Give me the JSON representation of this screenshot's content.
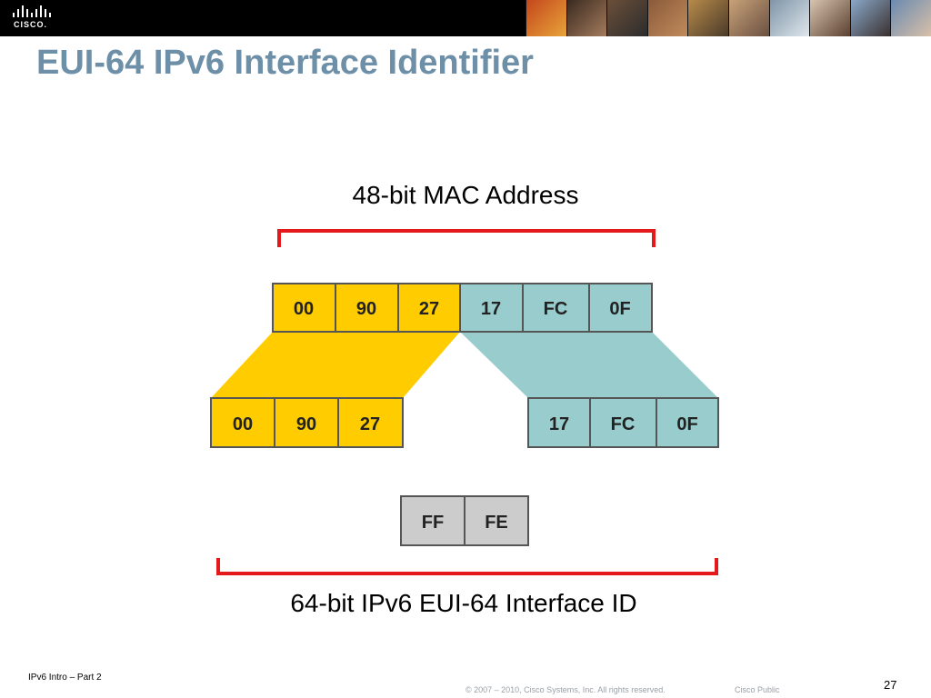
{
  "slide": {
    "title": "EUI-64 IPv6 Interface Identifier",
    "logo_text": "CISCO.",
    "footer_left": "IPv6 Intro – Part 2",
    "footer_copyright": "© 2007 – 2010, Cisco Systems, Inc. All rights reserved.",
    "footer_classification": "Cisco Public",
    "page_number": "27"
  },
  "diagram": {
    "mac_label": "48-bit MAC Address",
    "eui_label": "64-bit IPv6 EUI-64 Interface ID",
    "mac_bytes": [
      "00",
      "90",
      "27",
      "17",
      "FC",
      "0F"
    ],
    "oui_bytes": [
      "00",
      "90",
      "27"
    ],
    "nic_bytes": [
      "17",
      "FC",
      "0F"
    ],
    "inserted_bytes": [
      "FF",
      "FE"
    ],
    "colors": {
      "oui": "#ffcc00",
      "nic": "#99cccc",
      "inserted": "#cccccc",
      "bracket": "#e3191c",
      "title": "#6d8fa7"
    }
  }
}
